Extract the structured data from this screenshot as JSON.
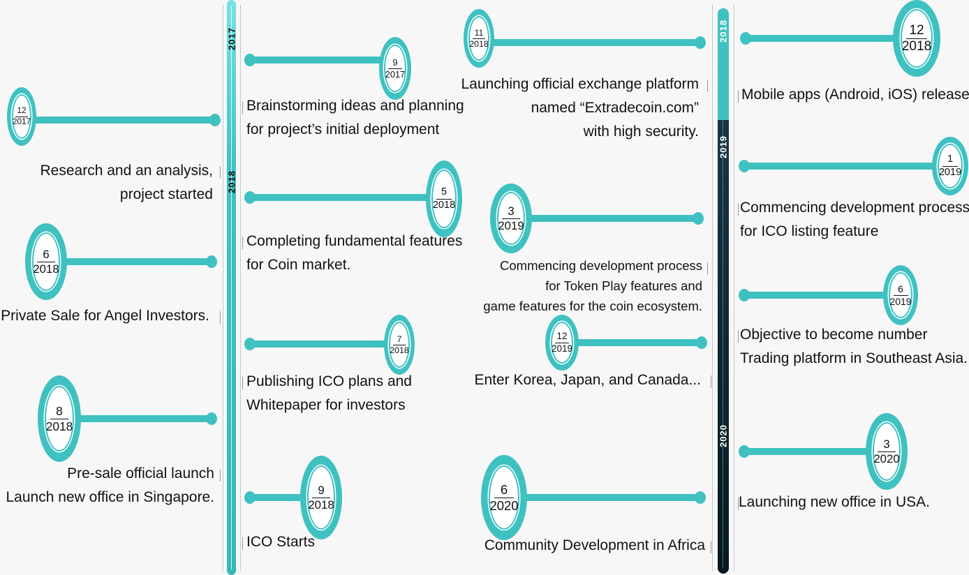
{
  "timeline_left": {
    "years": [
      "2017",
      "2018"
    ]
  },
  "timeline_right": {
    "years": [
      "2018",
      "2019",
      "2020"
    ]
  },
  "colors": {
    "accent": "#3fc1c1",
    "dark": "#0f2430"
  },
  "milestones": [
    {
      "month": "12",
      "year": "2017",
      "lines": [
        "Research and an analysis,",
        "project started"
      ]
    },
    {
      "month": "6",
      "year": "2018",
      "lines": [
        "Private Sale for Angel Investors."
      ]
    },
    {
      "month": "8",
      "year": "2018",
      "lines": [
        "Pre-sale official launch",
        "Launch new office in Singapore."
      ]
    },
    {
      "month": "9",
      "year": "2017",
      "lines": [
        "Brainstorming ideas and planning",
        "for project’s initial deployment"
      ]
    },
    {
      "month": "5",
      "year": "2018",
      "lines": [
        "Completing fundamental features",
        "for Coin market."
      ]
    },
    {
      "month": "7",
      "year": "2018",
      "lines": [
        "Publishing ICO plans and",
        "Whitepaper for investors"
      ]
    },
    {
      "month": "9",
      "year": "2018",
      "lines": [
        "ICO Starts"
      ]
    },
    {
      "month": "11",
      "year": "2018",
      "lines": [
        "Launching official exchange platform",
        "named “Extradecoin.com”",
        "with high security."
      ]
    },
    {
      "month": "3",
      "year": "2019",
      "lines": [
        "Commencing development process",
        "for Token Play features and",
        "game features for the coin ecosystem."
      ]
    },
    {
      "month": "12",
      "year": "2019",
      "lines": [
        "Enter Korea, Japan, and Canada..."
      ]
    },
    {
      "month": "6",
      "year": "2020",
      "lines": [
        "Community Development in Africa"
      ]
    },
    {
      "month": "12",
      "year": "2018",
      "lines": [
        "Mobile apps (Android, iOS) released."
      ]
    },
    {
      "month": "1",
      "year": "2019",
      "lines": [
        "Commencing development process",
        "for ICO listing feature"
      ]
    },
    {
      "month": "6",
      "year": "2019",
      "lines": [
        "Objective to become number",
        "Trading platform in Southeast Asia."
      ]
    },
    {
      "month": "3",
      "year": "2020",
      "lines": [
        "Launching new office in USA."
      ]
    }
  ]
}
